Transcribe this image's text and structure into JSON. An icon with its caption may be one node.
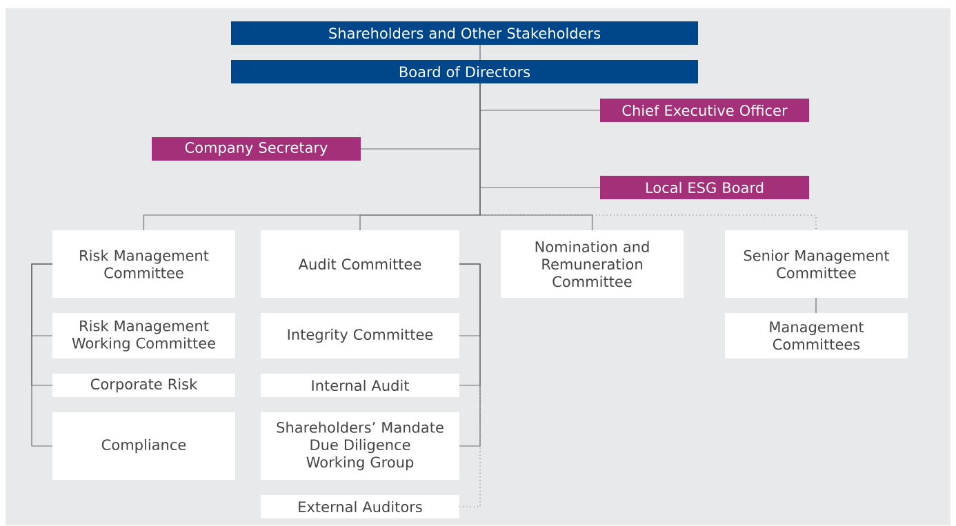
{
  "diagram": {
    "nodes": [
      {
        "text": [
          "Shareholders and Other Stakeholders"
        ]
      },
      {
        "text": [
          "Board of Directors"
        ]
      },
      {
        "text": [
          "Chief Executive Officer"
        ]
      },
      {
        "text": [
          "Company Secretary"
        ]
      },
      {
        "text": [
          "Local ESG Board"
        ]
      },
      {
        "text": [
          "Risk Management Committee"
        ]
      },
      {
        "text": [
          "Audit Committee"
        ]
      },
      {
        "text": [
          "Nomination and Remuneration Committee"
        ]
      },
      {
        "text": [
          "Senior Management Committee"
        ]
      },
      {
        "text": [
          "Risk Management Working Committee"
        ]
      },
      {
        "text": [
          "Corporate Risk"
        ]
      },
      {
        "text": [
          "Compliance"
        ]
      },
      {
        "text": [
          "Integrity Committee"
        ]
      },
      {
        "text": [
          "Internal Audit"
        ]
      },
      {
        "text": [
          "Shareholders’ Mandate Due Diligence Working Group"
        ]
      },
      {
        "text": [
          "External Auditors"
        ]
      },
      {
        "text": [
          "Management Committees"
        ]
      }
    ],
    "edges": [
      {
        "from": 0,
        "to": 1,
        "arrow": "none"
      },
      {
        "from": 1,
        "to": 2,
        "arrow": "none"
      },
      {
        "from": 1,
        "to": 3,
        "arrow": "none"
      },
      {
        "from": 1,
        "to": 4,
        "arrow": "none"
      },
      {
        "from": 1,
        "to": 5,
        "arrow": "none"
      },
      {
        "from": 1,
        "to": 6,
        "arrow": "none"
      },
      {
        "from": 1,
        "to": 7,
        "arrow": "none"
      },
      {
        "from": 1,
        "to": 8,
        "arrow": "none",
        "style": "dashed"
      },
      {
        "from": 5,
        "to": 9,
        "arrow": "none"
      },
      {
        "from": 5,
        "to": 10,
        "arrow": "none"
      },
      {
        "from": 5,
        "to": 11,
        "arrow": "none"
      },
      {
        "from": 6,
        "to": 12,
        "arrow": "none"
      },
      {
        "from": 6,
        "to": 13,
        "arrow": "none"
      },
      {
        "from": 6,
        "to": 14,
        "arrow": "none"
      },
      {
        "from": 6,
        "to": 15,
        "arrow": "none",
        "style": "dashed"
      },
      {
        "from": 8,
        "to": 16,
        "arrow": "none"
      }
    ]
  }
}
